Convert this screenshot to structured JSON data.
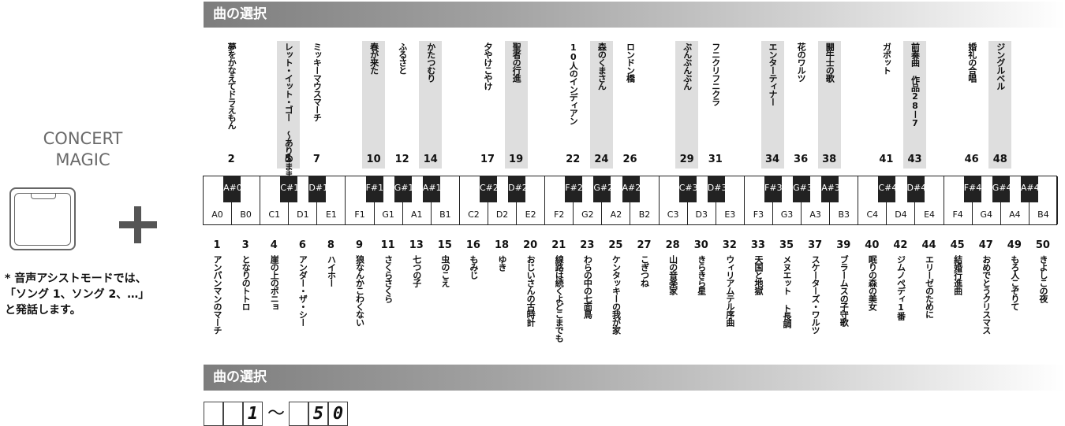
{
  "header": {
    "title": "曲の選択"
  },
  "concert_magic": {
    "line1": "CONCERT",
    "line2": "MAGIC",
    "plus": "+"
  },
  "note": {
    "line1": "* 音声アシストモードでは、",
    "line2": "「ソング 1、ソング 2、…」",
    "line3": "と発話します。"
  },
  "top_songs": [
    {
      "num": "2",
      "title": "夢をかなえてドラえもん"
    },
    {
      "num": "5",
      "title": "レット・イット・ゴー ～ありのままで～"
    },
    {
      "num": "7",
      "title": "ミッキーマウスマーチ"
    },
    {
      "num": "10",
      "title": "春が来た"
    },
    {
      "num": "12",
      "title": "ふるさと"
    },
    {
      "num": "14",
      "title": "かたつむり"
    },
    {
      "num": "17",
      "title": "夕やけこやけ"
    },
    {
      "num": "19",
      "title": "聖者の行進"
    },
    {
      "num": "22",
      "title": "10人のインディアン"
    },
    {
      "num": "24",
      "title": "森のくまさん"
    },
    {
      "num": "26",
      "title": "ロンドン橋"
    },
    {
      "num": "29",
      "title": "ぶんぶんぶん"
    },
    {
      "num": "31",
      "title": "フニクリフニクラ"
    },
    {
      "num": "34",
      "title": "エンターティナー"
    },
    {
      "num": "36",
      "title": "花のワルツ"
    },
    {
      "num": "38",
      "title": "闘牛士の歌"
    },
    {
      "num": "41",
      "title": "ガボット"
    },
    {
      "num": "43",
      "title": "前奏曲 作品28ー7"
    },
    {
      "num": "46",
      "title": "婚礼の合唱"
    },
    {
      "num": "48",
      "title": "ジングルベル"
    }
  ],
  "black_keys": [
    "A#0",
    "C#1",
    "D#1",
    "F#1",
    "G#1",
    "A#1",
    "C#2",
    "D#2",
    "F#2",
    "G#2",
    "A#2",
    "C#3",
    "D#3",
    "F#3",
    "G#3",
    "A#3",
    "C#4",
    "D#4",
    "F#4",
    "G#4",
    "A#4"
  ],
  "white_keys": [
    "A0",
    "B0",
    "C1",
    "D1",
    "E1",
    "F1",
    "G1",
    "A1",
    "B1",
    "C2",
    "D2",
    "E2",
    "F2",
    "G2",
    "A2",
    "B2",
    "C3",
    "D3",
    "E3",
    "F3",
    "G3",
    "A3",
    "B3",
    "C4",
    "D4",
    "E4",
    "F4",
    "G4",
    "A4",
    "B4"
  ],
  "bottom_songs": [
    {
      "num": "1",
      "title": "アンパンマンのマーチ"
    },
    {
      "num": "3",
      "title": "となりのトトロ"
    },
    {
      "num": "4",
      "title": "崖の上のポニョ"
    },
    {
      "num": "6",
      "title": "アンダー・ザ・シー"
    },
    {
      "num": "8",
      "title": "ハイホー"
    },
    {
      "num": "9",
      "title": "狼なんかこわくない"
    },
    {
      "num": "11",
      "title": "さくらさくら"
    },
    {
      "num": "13",
      "title": "七つの子"
    },
    {
      "num": "15",
      "title": "虫のこえ"
    },
    {
      "num": "16",
      "title": "もみじ"
    },
    {
      "num": "18",
      "title": "ゆき"
    },
    {
      "num": "20",
      "title": "おじいさんの古時計"
    },
    {
      "num": "21",
      "title": "線路は続くよどこまでも"
    },
    {
      "num": "23",
      "title": "わらの中の七面鳥"
    },
    {
      "num": "25",
      "title": "ケンタッキーの我が家"
    },
    {
      "num": "27",
      "title": "こぎつね"
    },
    {
      "num": "28",
      "title": "山の音楽家"
    },
    {
      "num": "30",
      "title": "きらきら星"
    },
    {
      "num": "32",
      "title": "ウィリアムテル序曲"
    },
    {
      "num": "33",
      "title": "天国と地獄"
    },
    {
      "num": "35",
      "title": "メヌエット ト長調"
    },
    {
      "num": "37",
      "title": "スケーターズ・ワルツ"
    },
    {
      "num": "39",
      "title": "ブラームスの子守歌"
    },
    {
      "num": "40",
      "title": "眠りの森の美女"
    },
    {
      "num": "42",
      "title": "ジムノペディ1番"
    },
    {
      "num": "44",
      "title": "エリーゼのために"
    },
    {
      "num": "45",
      "title": "結婚行進曲"
    },
    {
      "num": "47",
      "title": "おめでとうクリスマス"
    },
    {
      "num": "49",
      "title": "もろ人こぞりて"
    },
    {
      "num": "50",
      "title": "きよしこの夜"
    }
  ],
  "display": {
    "from": "1",
    "tilde": "～",
    "to_tens": "5",
    "to_ones": "0"
  }
}
